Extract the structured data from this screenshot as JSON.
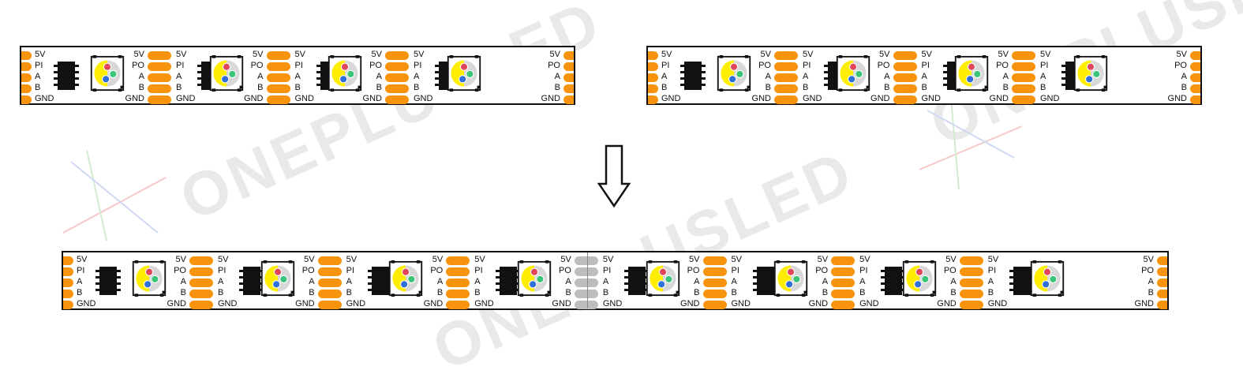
{
  "watermark": {
    "text": "ONEPLUSLED"
  },
  "colors": {
    "pad": "#f7930d",
    "joint_pad": "#bdbdbd",
    "outline": "#111111",
    "led_yellow": "#ffee00",
    "led_red": "#e0475a",
    "led_green": "#3cc47a",
    "led_blue": "#2f6fd8"
  },
  "icons": [
    "ic-chip-icon",
    "rgbw-led-icon",
    "down-arrow-icon",
    "watermark-axes-icon"
  ],
  "strips": [
    {
      "name": "strip-segment-left",
      "left_labels": [
        "5V",
        "PI",
        "A",
        "B",
        "GND"
      ],
      "units": [
        {
          "in": [
            "5V",
            "PI",
            "A",
            "B",
            "GND"
          ],
          "out": [
            "5V",
            "PO",
            "A",
            "B",
            "GND"
          ]
        },
        {
          "in": [
            "5V",
            "PI",
            "A",
            "B",
            "GND"
          ],
          "out": [
            "5V",
            "PO",
            "A",
            "B",
            "GND"
          ]
        },
        {
          "in": [
            "5V",
            "PI",
            "A",
            "B",
            "GND"
          ],
          "out": [
            "5V",
            "PO",
            "A",
            "B",
            "GND"
          ]
        }
      ],
      "right_labels": [
        "5V",
        "PO",
        "A",
        "B",
        "GND"
      ]
    },
    {
      "name": "strip-segment-right",
      "left_labels": [
        "5V",
        "PI",
        "A",
        "B",
        "GND"
      ],
      "units": [
        {
          "out": [
            "5V",
            "PO",
            "A",
            "B",
            "GND"
          ],
          "in": [
            "5V",
            "PI",
            "A",
            "B",
            "GND"
          ]
        },
        {
          "out": [
            "5V",
            "PO",
            "A",
            "B",
            "GND"
          ],
          "in": [
            "5V",
            "PI",
            "A",
            "B",
            "GND"
          ]
        },
        {
          "out": [
            "5V",
            "PO",
            "A",
            "B",
            "GND"
          ],
          "in": [
            "5V",
            "PI",
            "A",
            "B",
            "GND"
          ]
        }
      ],
      "right_labels": [
        "5V",
        "PO",
        "A",
        "B",
        "GND"
      ]
    },
    {
      "name": "strip-joined",
      "left_labels": [
        "5V",
        "PI",
        "A",
        "B",
        "GND"
      ],
      "units": [
        {
          "out": [
            "5V",
            "PO",
            "A",
            "B",
            "GND"
          ],
          "in": [
            "5V",
            "PI",
            "A",
            "B",
            "GND"
          ]
        },
        {
          "out": [
            "5V",
            "PO",
            "A",
            "B",
            "GND"
          ],
          "in": [
            "5V",
            "PI",
            "A",
            "B",
            "GND"
          ]
        },
        {
          "out": [
            "5V",
            "PO",
            "A",
            "B",
            "GND"
          ],
          "in": [
            "5V",
            "PI",
            "A",
            "B",
            "GND"
          ]
        },
        {
          "out": [
            "5V",
            "PO",
            "A",
            "B",
            "GND"
          ],
          "in": [
            "5V",
            "PI",
            "A",
            "B",
            "GND"
          ]
        },
        {
          "out": [
            "5V",
            "PO",
            "A",
            "B",
            "GND"
          ],
          "in": [
            "5V",
            "PI",
            "A",
            "B",
            "GND"
          ]
        },
        {
          "out": [
            "5V",
            "PO",
            "A",
            "B",
            "GND"
          ],
          "in": [
            "5V",
            "PI",
            "A",
            "B",
            "GND"
          ]
        },
        {
          "out": [
            "5V",
            "PO",
            "A",
            "B",
            "GND"
          ],
          "in": [
            "5V",
            "PI",
            "A",
            "B",
            "GND"
          ]
        }
      ],
      "right_labels": [
        "5V",
        "PO",
        "A",
        "B",
        "GND"
      ]
    }
  ]
}
